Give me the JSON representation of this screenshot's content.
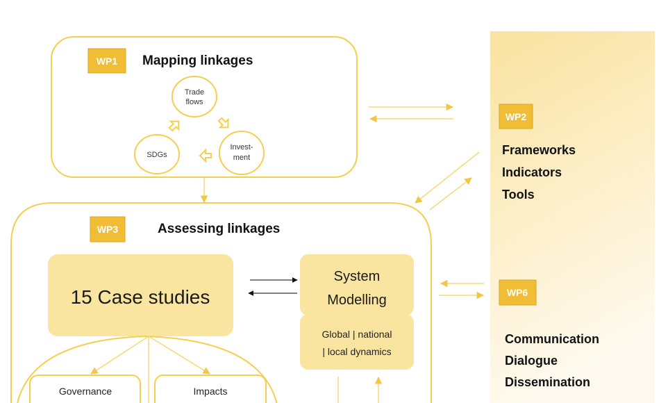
{
  "colors": {
    "accent_line": "#f4cf4f",
    "badge_fill": "#f0bd35",
    "box_fill": "#f9e4a0",
    "panel_top": "#f9e3a0",
    "panel_bottom": "#fffaf0",
    "arrow_dark": "#111111"
  },
  "wp1": {
    "badge": "WP1",
    "title": "Mapping linkages",
    "cycle": {
      "trade_flows": [
        "Trade",
        "flows"
      ],
      "investment": [
        "Invest-",
        "ment"
      ],
      "sdgs": "SDGs"
    }
  },
  "wp2": {
    "badge": "WP2",
    "items": [
      "Frameworks",
      "Indicators",
      "Tools"
    ]
  },
  "wp3": {
    "badge": "WP3",
    "title": "Assessing linkages",
    "case_studies": "15 Case studies",
    "system_modelling": [
      "System",
      "Modelling"
    ],
    "dynamics": [
      "Global | national",
      "| local dynamics"
    ],
    "sub_boxes": [
      "Governance",
      "Impacts"
    ]
  },
  "wp6": {
    "badge": "WP6",
    "items": [
      "Communication",
      "Dialogue",
      "Dissemination"
    ]
  }
}
